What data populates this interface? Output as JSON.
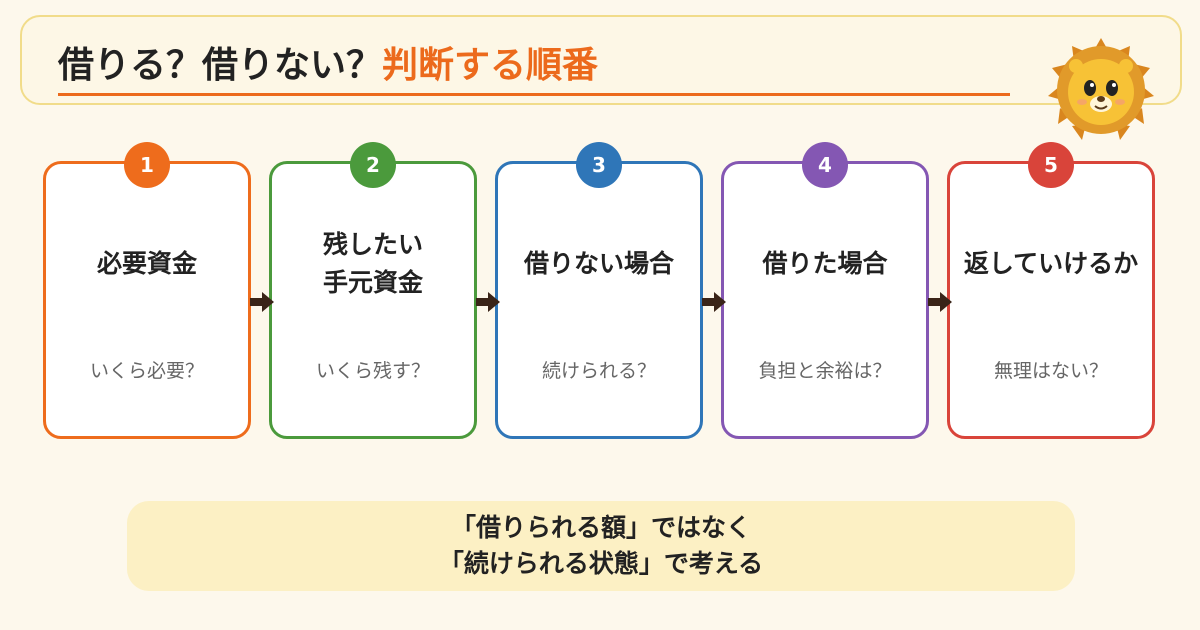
{
  "header": {
    "title_main": "借りる？借りない？",
    "title_accent": "判断する順番"
  },
  "steps": [
    {
      "number": "1",
      "title": "必要資金",
      "subtitle": "いくら必要？",
      "color": "#ee6c1c"
    },
    {
      "number": "2",
      "title": "残したい\n手元資金",
      "subtitle": "いくら残す？",
      "color": "#4b9a3c"
    },
    {
      "number": "3",
      "title": "借りない場合",
      "subtitle": "続けられる？",
      "color": "#2f76b8"
    },
    {
      "number": "4",
      "title": "借りた場合",
      "subtitle": "負担と余裕は？",
      "color": "#8457b3"
    },
    {
      "number": "5",
      "title": "返していけるか",
      "subtitle": "無理はない？",
      "color": "#d9443a"
    }
  ],
  "footer": {
    "line1": "「借りられる額」ではなく",
    "line2": "「続けられる状態」で考える"
  },
  "colors": {
    "accent": "#ec6a1c",
    "arrow": "#3a2418",
    "background": "#fdf8ec",
    "footer_bg": "#fcf0c4"
  }
}
